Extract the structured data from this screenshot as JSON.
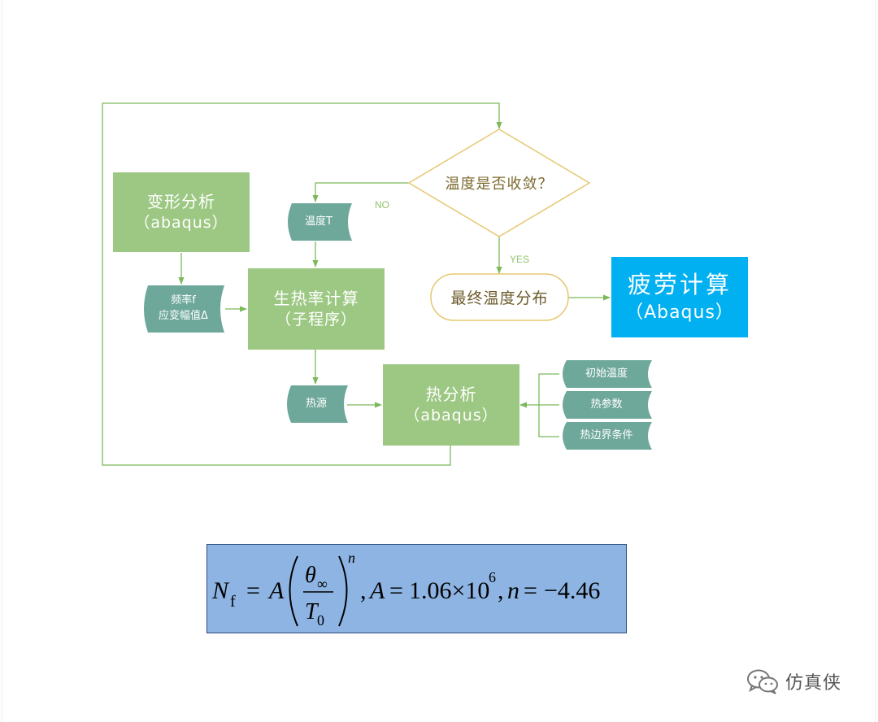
{
  "diagram": {
    "deformation_analysis": {
      "title": "变形分析",
      "subtitle": "（abaqus）"
    },
    "heat_rate_calc": {
      "title": "生热率计算",
      "subtitle": "（子程序）"
    },
    "thermal_analysis": {
      "title": "热分析",
      "subtitle": "（abaqus）"
    },
    "fatigue_calc": {
      "title": "疲劳计算",
      "subtitle": "（Abaqus）"
    },
    "convergence_check": "温度是否收敛？",
    "final_temperature": "最终温度分布",
    "temperature_input": "温度T",
    "frequency_strain_input": {
      "line1": "频率f",
      "line2": "应变幅值Δ"
    },
    "heat_source": "热源",
    "initial_temperature": "初始温度",
    "thermal_parameters": "热参数",
    "thermal_boundary": "热边界条件",
    "label_no": "NO",
    "label_yes": "YES"
  },
  "formula": {
    "lhs": "N",
    "lhs_sub": "f",
    "coef": "A",
    "numerator": "θ",
    "numerator_sub": "∞",
    "denominator": "T",
    "denominator_sub": "0",
    "exponent": "n",
    "A_value_text": "1.06×10",
    "A_exponent": "6",
    "n_value_text": "−4.46"
  },
  "watermark": {
    "text": "仿真侠",
    "icon": "wechat-icon"
  },
  "colors": {
    "green_box": "#9dc883",
    "teal_tag": "#6ea89a",
    "blue_box": "#00b0f0",
    "connector": "#7cb95a",
    "decision_border": "#e6c870",
    "formula_bg": "#8db4e2"
  }
}
